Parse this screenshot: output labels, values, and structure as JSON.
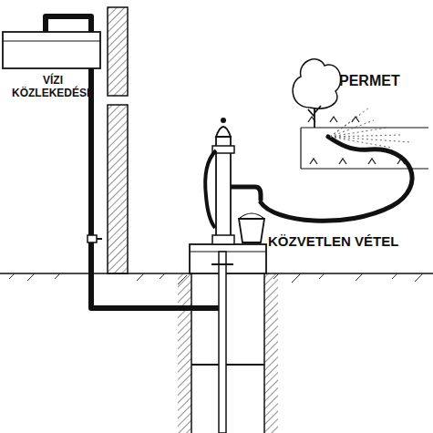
{
  "diagram": {
    "labels": [
      "VÍZI KÖZLEKEDÉSE",
      "PERMET",
      "KÖZVETLEN VÉTEL"
    ]
  }
}
